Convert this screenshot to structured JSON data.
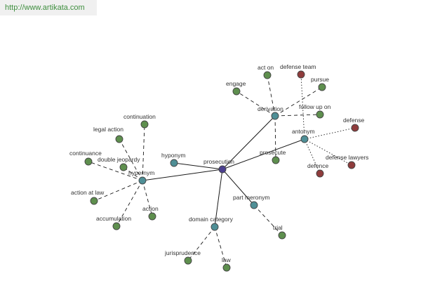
{
  "watermark": {
    "text": "http://www.artikata.com"
  },
  "colors": {
    "center": "#4b3f8f",
    "relation": "#4f8f96",
    "related": "#5e8f4e",
    "antonym": "#8f3c3c"
  },
  "nodes": [
    {
      "id": "prosecution",
      "label": "prosecution",
      "kind": "center"
    },
    {
      "id": "hyponym",
      "label": "hyponym",
      "kind": "relation"
    },
    {
      "id": "hypernym",
      "label": "hypernym",
      "kind": "relation"
    },
    {
      "id": "derivation",
      "label": "derivation",
      "kind": "relation"
    },
    {
      "id": "antonym",
      "label": "antonym",
      "kind": "relation"
    },
    {
      "id": "part_meronym",
      "label": "part meronym",
      "kind": "relation"
    },
    {
      "id": "domain_category",
      "label": "domain category",
      "kind": "relation"
    },
    {
      "id": "continuation",
      "label": "continuation",
      "kind": "related"
    },
    {
      "id": "legal_action",
      "label": "legal action",
      "kind": "related"
    },
    {
      "id": "continuance",
      "label": "continuance",
      "kind": "related"
    },
    {
      "id": "double_jeopardy",
      "label": "double jeopardy",
      "kind": "related"
    },
    {
      "id": "action_at_law",
      "label": "action at law",
      "kind": "related"
    },
    {
      "id": "accumulation",
      "label": "accumulation",
      "kind": "related"
    },
    {
      "id": "action",
      "label": "action",
      "kind": "related"
    },
    {
      "id": "engage",
      "label": "engage",
      "kind": "related"
    },
    {
      "id": "act_on",
      "label": "act on",
      "kind": "related"
    },
    {
      "id": "pursue",
      "label": "pursue",
      "kind": "related"
    },
    {
      "id": "follow_up_on",
      "label": "follow up on",
      "kind": "related"
    },
    {
      "id": "prosecute",
      "label": "prosecute",
      "kind": "related"
    },
    {
      "id": "trial",
      "label": "trial",
      "kind": "related"
    },
    {
      "id": "jurisprudence",
      "label": "jurisprudence",
      "kind": "related"
    },
    {
      "id": "law",
      "label": "law",
      "kind": "related"
    },
    {
      "id": "defense_team",
      "label": "defense team",
      "kind": "antonym"
    },
    {
      "id": "defense",
      "label": "defense",
      "kind": "antonym"
    },
    {
      "id": "defense_lawyers",
      "label": "defense lawyers",
      "kind": "antonym"
    },
    {
      "id": "defence",
      "label": "defence",
      "kind": "antonym"
    }
  ],
  "edges": [
    {
      "from": "prosecution",
      "to": "hyponym",
      "style": "solid"
    },
    {
      "from": "prosecution",
      "to": "hypernym",
      "style": "solid"
    },
    {
      "from": "prosecution",
      "to": "derivation",
      "style": "solid"
    },
    {
      "from": "prosecution",
      "to": "antonym",
      "style": "solid"
    },
    {
      "from": "prosecution",
      "to": "part_meronym",
      "style": "solid"
    },
    {
      "from": "prosecution",
      "to": "domain_category",
      "style": "solid"
    },
    {
      "from": "hypernym",
      "to": "continuation",
      "style": "dashed"
    },
    {
      "from": "hypernym",
      "to": "legal_action",
      "style": "dashed"
    },
    {
      "from": "hypernym",
      "to": "continuance",
      "style": "dashed"
    },
    {
      "from": "hypernym",
      "to": "double_jeopardy",
      "style": "dashed"
    },
    {
      "from": "hypernym",
      "to": "action_at_law",
      "style": "dashed"
    },
    {
      "from": "hypernym",
      "to": "accumulation",
      "style": "dashed"
    },
    {
      "from": "hypernym",
      "to": "action",
      "style": "dashed"
    },
    {
      "from": "derivation",
      "to": "engage",
      "style": "dashed"
    },
    {
      "from": "derivation",
      "to": "act_on",
      "style": "dashed"
    },
    {
      "from": "derivation",
      "to": "pursue",
      "style": "dashed"
    },
    {
      "from": "derivation",
      "to": "follow_up_on",
      "style": "dashed"
    },
    {
      "from": "derivation",
      "to": "prosecute",
      "style": "dashed"
    },
    {
      "from": "part_meronym",
      "to": "trial",
      "style": "dashed"
    },
    {
      "from": "domain_category",
      "to": "jurisprudence",
      "style": "dashed"
    },
    {
      "from": "domain_category",
      "to": "law",
      "style": "dashed"
    },
    {
      "from": "antonym",
      "to": "defense_team",
      "style": "dotted"
    },
    {
      "from": "antonym",
      "to": "defense",
      "style": "dotted"
    },
    {
      "from": "antonym",
      "to": "defense_lawyers",
      "style": "dotted"
    },
    {
      "from": "antonym",
      "to": "defence",
      "style": "dotted"
    }
  ]
}
